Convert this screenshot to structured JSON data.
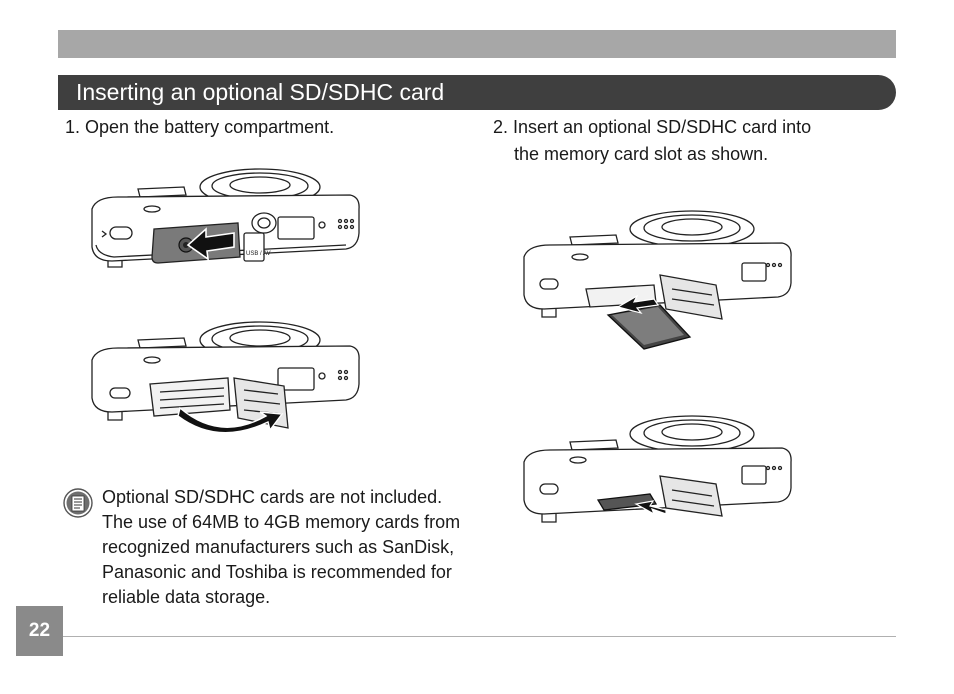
{
  "header": {
    "section_title": "Inserting an optional SD/SDHC card"
  },
  "steps": [
    {
      "number": "1.",
      "text": "Open the battery compartment."
    },
    {
      "number": "2.",
      "line1": "Insert an optional SD/SDHC card into",
      "line2": "the memory card slot as shown."
    }
  ],
  "illustrations": {
    "usb_label": "USB / AV"
  },
  "note": {
    "icon": "note-icon",
    "lines": [
      "Optional SD/SDHC cards are not included.",
      "The use of 64MB to 4GB memory cards from",
      "recognized manufacturers such as SanDisk,",
      "Panasonic and Toshiba is recommended for",
      "reliable data storage."
    ]
  },
  "footer": {
    "page_number": "22"
  }
}
